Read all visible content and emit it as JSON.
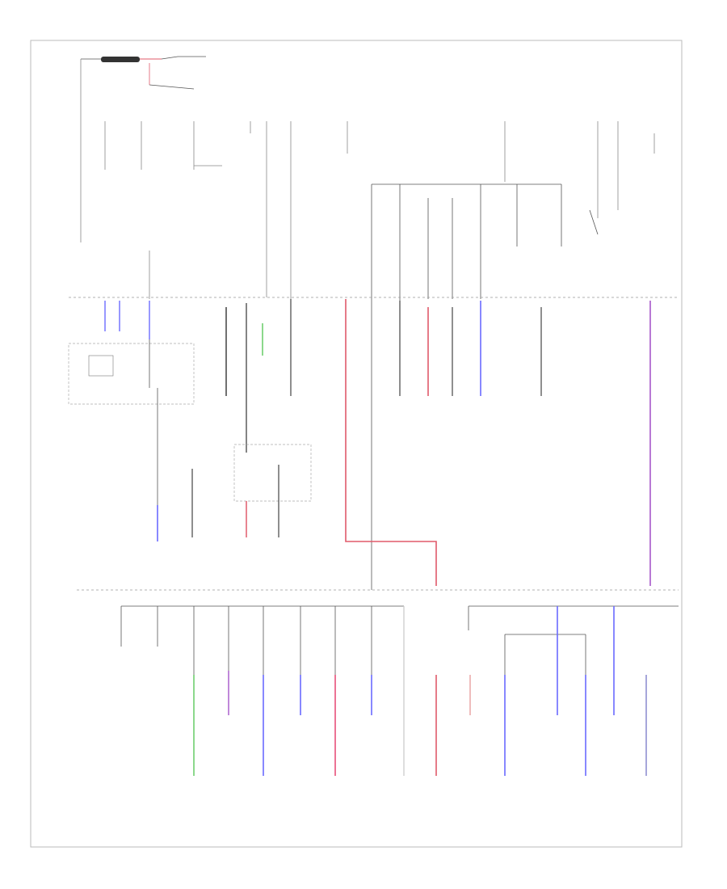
{
  "diagram": {
    "footer_code": "",
    "colors": {
      "black": "#444444",
      "red": "#e05a6a",
      "blue": "#6b6bff",
      "green": "#4ec24e",
      "violet": "#b06ad0",
      "pink": "#e8507a",
      "gray": "#999999"
    },
    "top": {
      "fusible_link_label": "",
      "battery_label": "",
      "starter_label": "",
      "underhood_box_note": ""
    },
    "upper_fuses": [
      {
        "id": "f1",
        "label": ""
      },
      {
        "id": "f2",
        "label": ""
      },
      {
        "id": "f3",
        "label": ""
      },
      {
        "id": "f4",
        "label": ""
      },
      {
        "id": "f5",
        "label": ""
      },
      {
        "id": "f6",
        "label": ""
      },
      {
        "id": "f7",
        "label": ""
      },
      {
        "id": "f8",
        "label": ""
      },
      {
        "id": "f9",
        "label": ""
      },
      {
        "id": "f10",
        "label": ""
      },
      {
        "id": "f11",
        "label": ""
      },
      {
        "id": "f12",
        "label": ""
      },
      {
        "id": "f13",
        "label": ""
      },
      {
        "id": "f14",
        "label": ""
      },
      {
        "id": "f15",
        "label": ""
      },
      {
        "id": "f16",
        "label": ""
      }
    ],
    "relays": [
      {
        "id": "r1",
        "label": ""
      },
      {
        "id": "r2",
        "label": ""
      },
      {
        "id": "r3",
        "label": ""
      },
      {
        "id": "r4",
        "label": ""
      },
      {
        "id": "r5",
        "label": ""
      },
      {
        "id": "r6",
        "label": ""
      }
    ],
    "mid_components": [
      {
        "id": "m1",
        "label": ""
      },
      {
        "id": "m2",
        "label": ""
      },
      {
        "id": "m3",
        "label": ""
      },
      {
        "id": "m4",
        "label": ""
      },
      {
        "id": "m5",
        "label": ""
      },
      {
        "id": "m6",
        "label": ""
      },
      {
        "id": "m7",
        "label": ""
      }
    ],
    "lower_loads": [
      {
        "id": "l1",
        "label": ""
      },
      {
        "id": "l2",
        "label": ""
      },
      {
        "id": "l3",
        "label": ""
      },
      {
        "id": "l4",
        "label": ""
      },
      {
        "id": "l5",
        "label": ""
      },
      {
        "id": "l6",
        "label": ""
      },
      {
        "id": "l7",
        "label": ""
      },
      {
        "id": "l8",
        "label": ""
      },
      {
        "id": "l9",
        "label": ""
      },
      {
        "id": "l10",
        "label": ""
      },
      {
        "id": "l11",
        "label": ""
      },
      {
        "id": "l12",
        "label": ""
      },
      {
        "id": "l13",
        "label": ""
      }
    ],
    "instrument_panel_box_label": ""
  }
}
